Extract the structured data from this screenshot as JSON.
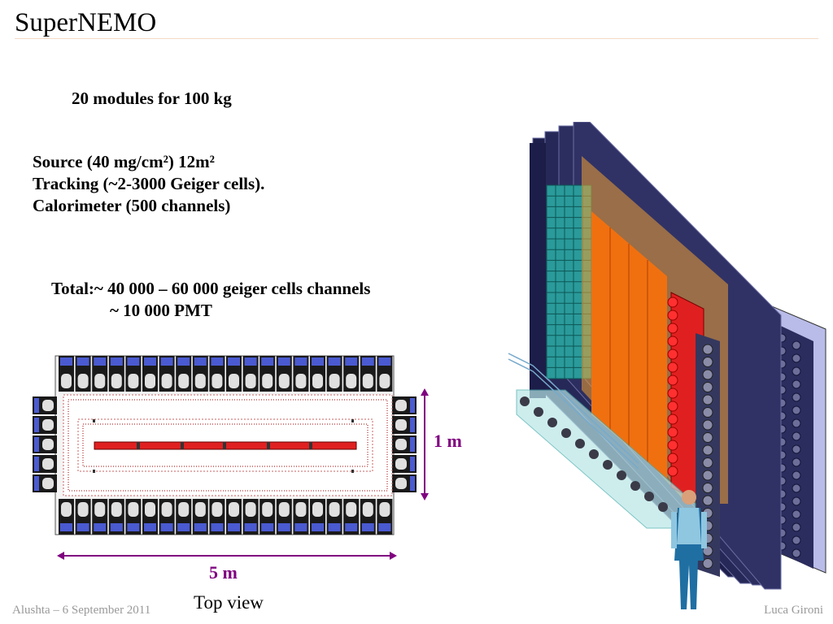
{
  "slide": {
    "title": "SuperNEMO",
    "modules_line": "20 modules for 100 kg",
    "source_line": "Source (40 mg/cm²) 12m²",
    "tracking_line": "Tracking  (~2-3000 Geiger cells).",
    "calorimeter_line": "Calorimeter (500 channels)",
    "total_line_1": "Total:~ 40 000 – 60 000  geiger cells channels",
    "total_line_2": "~ 10 000 PMT"
  },
  "top_view": {
    "width_label": "1 m",
    "length_label": "5 m",
    "caption": "Top view"
  },
  "footer": {
    "left": "Alushta – 6 September 2011",
    "right": "Luca Gironi"
  },
  "colors": {
    "dimension": "#800080",
    "frame": "#2a2a55",
    "calorimeter_orange": "#f07010",
    "foil_red": "#e02020",
    "tracker_teal": "#2a9a9a"
  }
}
